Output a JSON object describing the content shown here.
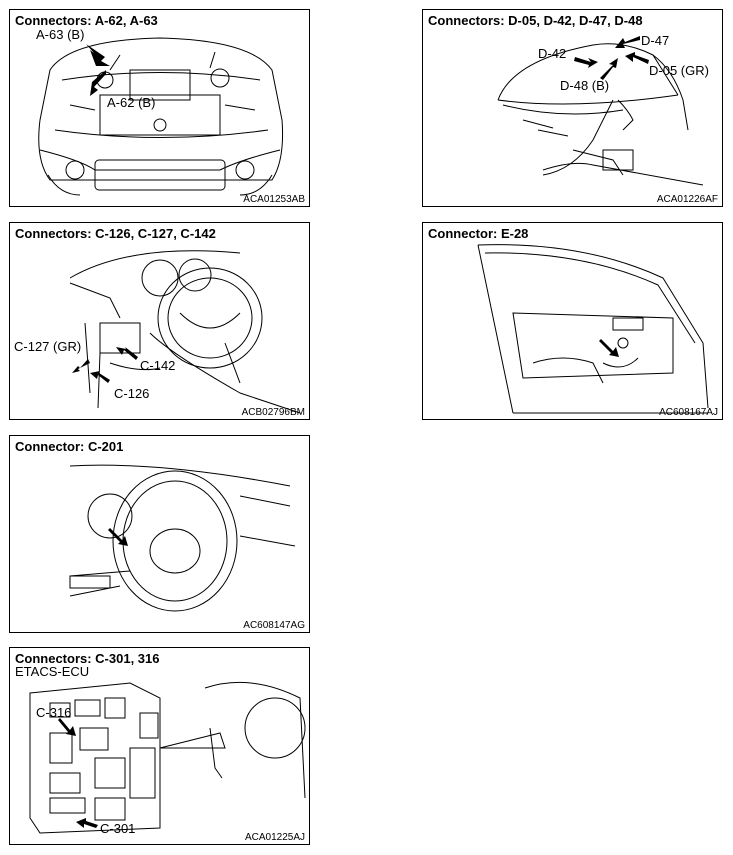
{
  "panels": {
    "a62": {
      "title": "Connectors: A-62, A-63",
      "code": "ACA01253AB",
      "labels": {
        "a63": "A-63 (B)",
        "a62": "A-62 (B)"
      }
    },
    "d05": {
      "title": "Connectors: D-05, D-42, D-47, D-48",
      "code": "ACA01226AF",
      "labels": {
        "d47": "D-47",
        "d42": "D-42",
        "d05": "D-05 (GR)",
        "d48": "D-48 (B)"
      }
    },
    "c126": {
      "title": "Connectors: C-126, C-127, C-142",
      "code": "ACB02796BM",
      "labels": {
        "c127": "C-127 (GR)",
        "c142": "C-142",
        "c126": "C-126"
      }
    },
    "e28": {
      "title": "Connector: E-28",
      "code": "AC608167AJ"
    },
    "c201": {
      "title": "Connector: C-201",
      "code": "AC608147AG"
    },
    "c301": {
      "title": "Connectors: C-301, 316",
      "code": "ACA01225AJ",
      "labels": {
        "etacs": "ETACS-ECU",
        "c316": "C-316",
        "c301": "C-301"
      }
    }
  }
}
